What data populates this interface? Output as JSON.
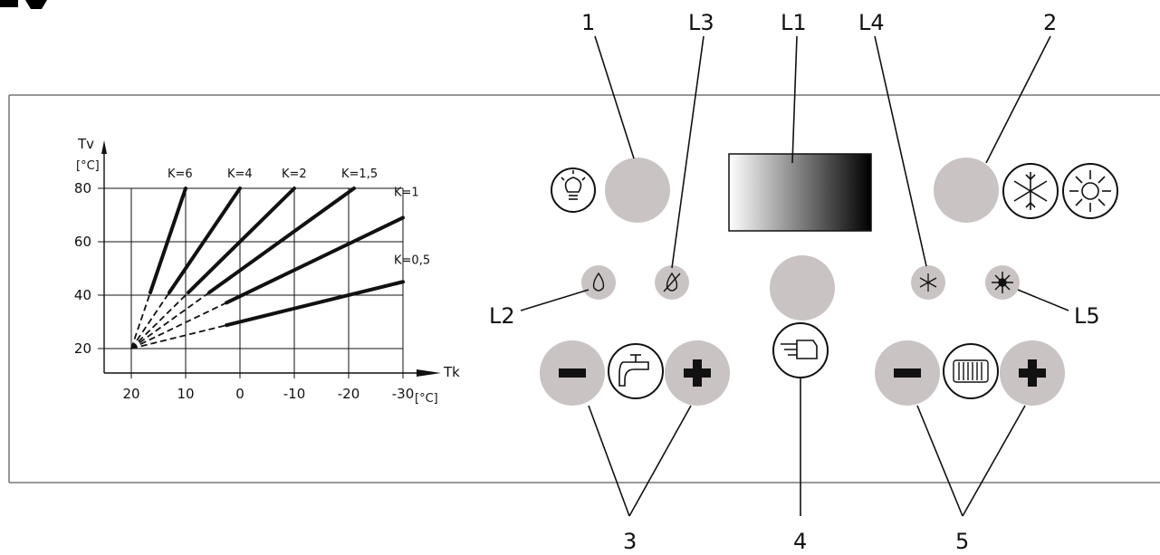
{
  "callouts": {
    "n1": "1",
    "n2": "2",
    "n3": "3",
    "n4": "4",
    "n5": "5",
    "L1": "L1",
    "L2": "L2",
    "L3": "L3",
    "L4": "L4",
    "L5": "L5"
  },
  "chart_data": {
    "type": "line",
    "ylabel_main": "Tv",
    "ylabel_unit": "[°C]",
    "xlabel_main": "Tk",
    "xlabel_unit": "[°C]",
    "x_ticks": [
      "20",
      "10",
      "0",
      "-10",
      "-20",
      "-30"
    ],
    "y_ticks": [
      "80",
      "60",
      "40",
      "20"
    ],
    "xlim": [
      20,
      -30
    ],
    "ylim": [
      20,
      80
    ],
    "series": [
      {
        "name": "K=6",
        "x": [
          20,
          10
        ],
        "y": [
          20,
          80
        ]
      },
      {
        "name": "K=4",
        "x": [
          20,
          0
        ],
        "y": [
          20,
          80
        ]
      },
      {
        "name": "K=2",
        "x": [
          20,
          -10
        ],
        "y": [
          20,
          80
        ]
      },
      {
        "name": "K=1,5",
        "x": [
          20,
          -21
        ],
        "y": [
          20,
          80
        ]
      },
      {
        "name": "K=1",
        "x": [
          20,
          -30
        ],
        "y": [
          20,
          69
        ]
      },
      {
        "name": "K=0,5",
        "x": [
          20,
          -30
        ],
        "y": [
          20,
          45
        ]
      }
    ]
  },
  "icons": {
    "lamp": "lamp-icon",
    "flame": "flame-icon",
    "flame_off": "flame-off-icon",
    "tap": "tap-icon",
    "hand": "hand-icon",
    "snowflake": "snowflake-icon",
    "sun": "sun-icon",
    "radiator": "radiator-icon"
  },
  "colors": {
    "button": "#c9c3c3",
    "panel_line": "#777777"
  }
}
